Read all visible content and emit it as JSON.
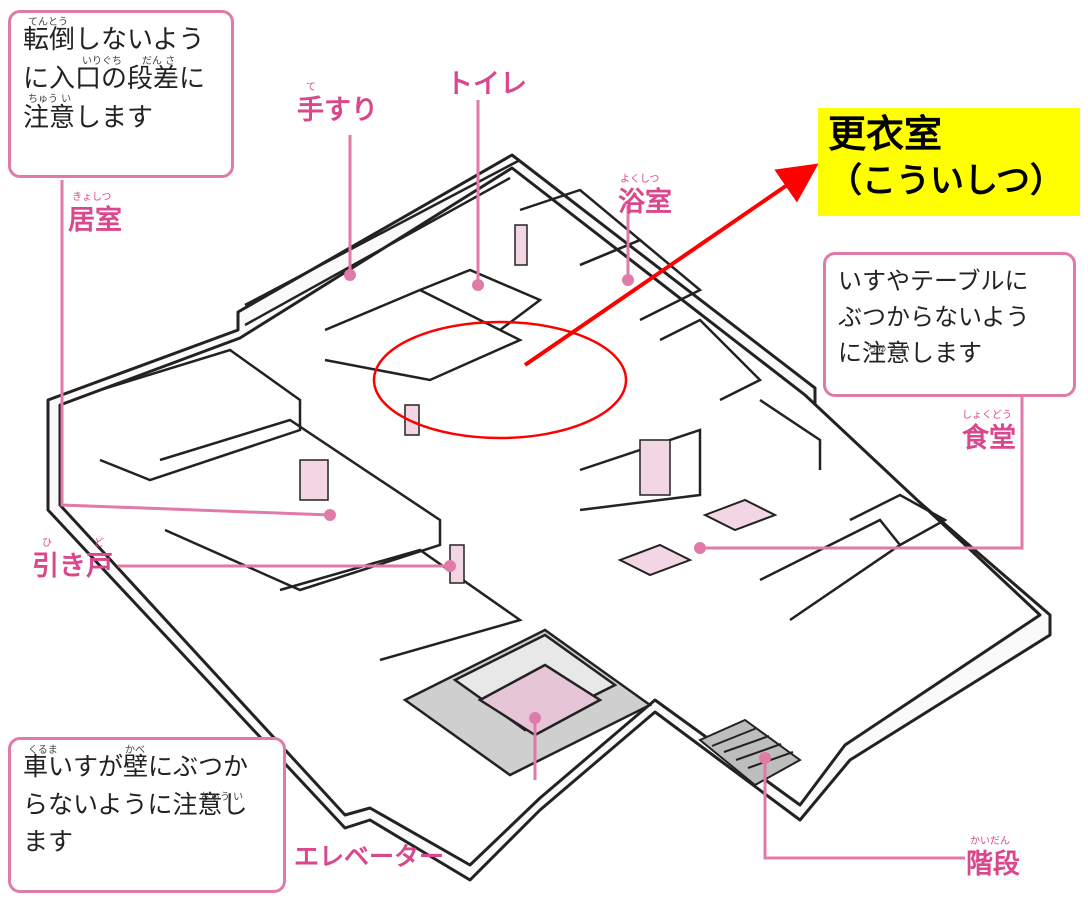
{
  "colors": {
    "accent": "#d9488c",
    "box_border": "#e07aa8",
    "arrow": "#ff0000",
    "highlight_bg": "#ffff00"
  },
  "callouts": {
    "tentou": {
      "lines": [
        "転倒しないよう",
        "に入口の段差に",
        "注意します"
      ],
      "ruby": [
        "てんとう",
        "いりぐち",
        "だん さ",
        "ちゅう い"
      ]
    },
    "chair": {
      "lines": [
        "いすやテーブルに",
        "ぶつからないよう",
        "に注意します"
      ],
      "ruby": [
        "ちゅう い"
      ]
    },
    "wheelchair": {
      "lines": [
        "車いすが壁にぶつか",
        "らないように注意し",
        "ます"
      ],
      "ruby": [
        "くるま",
        "かべ",
        "ちゅう い"
      ]
    }
  },
  "labels": {
    "kyoshitsu": "居室",
    "kyoshitsu_ruby": "きょしつ",
    "tesuri": "手すり",
    "tesuri_ruby": "て",
    "toilet": "トイレ",
    "yokushitsu": "浴室",
    "yokushitsu_ruby": "よくしつ",
    "shokudo": "食堂",
    "shokudo_ruby": "しょくどう",
    "hikido": "引き戸",
    "hikido_ruby1": "ひ",
    "hikido_ruby2": "ど",
    "elevator": "エレベーター",
    "kaidan": "階段",
    "kaidan_ruby": "かいだん"
  },
  "highlight": {
    "line1": "更衣室",
    "line2": "（こういしつ）"
  }
}
